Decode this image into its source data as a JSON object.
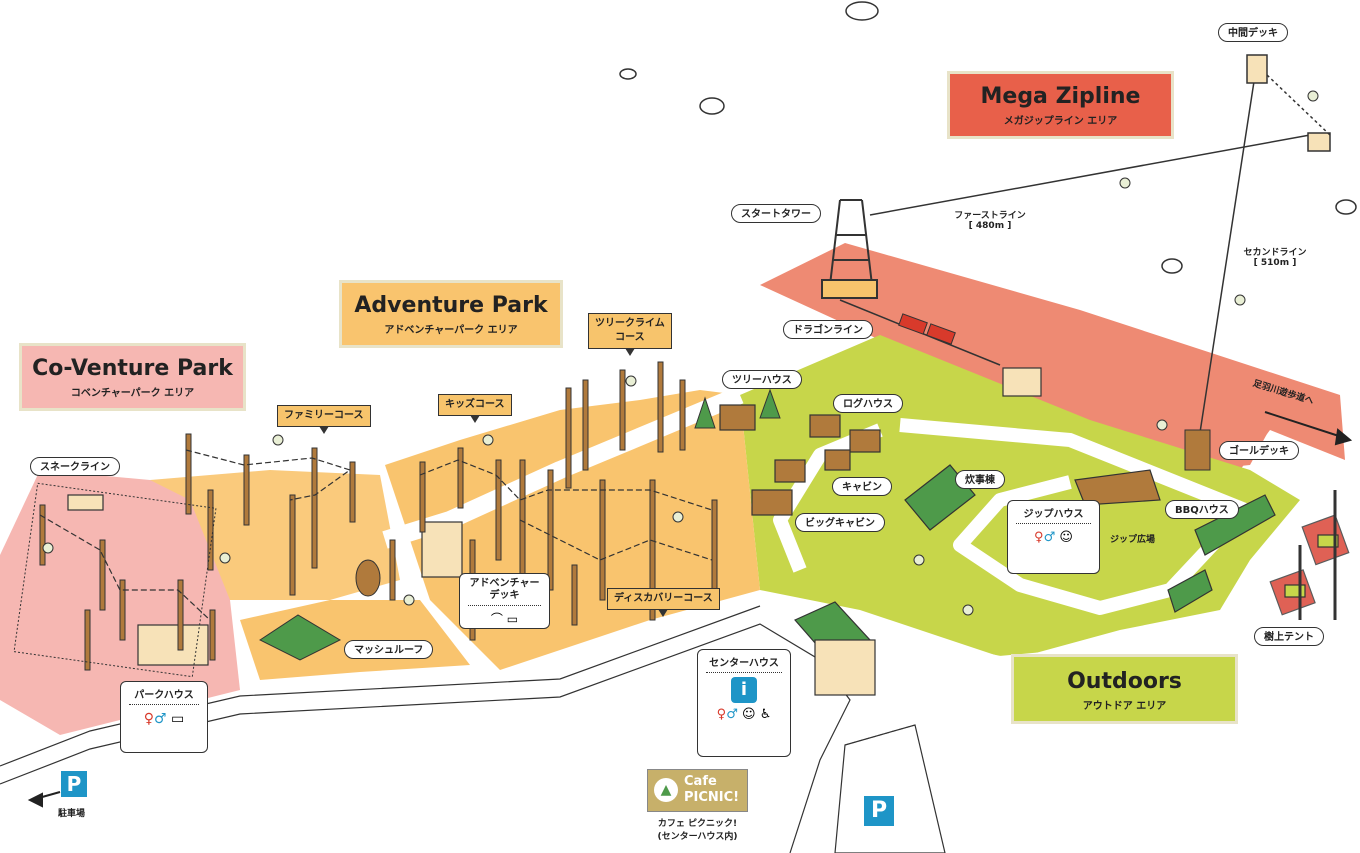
{
  "areas": {
    "coventure": {
      "en": "Co-Venture Park",
      "ja": "コベンチャーパーク エリア",
      "color": "#f6b7b2"
    },
    "adventure": {
      "en": "Adventure Park",
      "ja": "アドベンチャーパーク エリア",
      "color": "#f9c46e"
    },
    "zipline": {
      "en": "Mega Zipline",
      "ja": "メガジップライン エリア",
      "color": "#e8604a"
    },
    "outdoors": {
      "en": "Outdoors",
      "ja": "アウトドア エリア",
      "color": "#c7d64a"
    }
  },
  "labels": {
    "snake_line": "スネークライン",
    "family_course": "ファミリーコース",
    "kids_course": "キッズコース",
    "tree_climb": "ツリークライム\nコース",
    "tree_house": "ツリーハウス",
    "start_tower": "スタートタワー",
    "dragon_line": "ドラゴンライン",
    "first_line": "ファーストライン",
    "first_line_len": "[ 480m ]",
    "second_line": "セカンドライン",
    "second_line_len": "[ 510m ]",
    "middle_deck": "中間デッキ",
    "goal_deck": "ゴールデッキ",
    "ashiba_path": "足羽川遊歩道へ",
    "log_house": "ログハウス",
    "cabin": "キャビン",
    "big_cabin": "ビッグキャビン",
    "cooking": "炊事棟",
    "jip_plaza": "ジップ広場",
    "bbq_house": "BBQハウス",
    "tree_tent": "樹上テント",
    "mush_roof": "マッシュルーフ",
    "discovery": "ディスカバリーコース",
    "parking_label": "駐車場",
    "cafe_caption": "カフェ ピクニック!\n(センターハウス内)"
  },
  "cards": {
    "park_house": "パークハウス",
    "adventure_deck": "アドベンチャー\nデッキ",
    "center_house": "センターハウス",
    "jip_house": "ジップハウス"
  },
  "cafe": {
    "line1": "Cafe",
    "line2": "PICNIC!"
  },
  "parking": {
    "symbol": "P"
  },
  "colors": {
    "pink": "#f6b7b2",
    "orange": "#f9c46e",
    "salmon": "#ee8a73",
    "lime": "#c7d64a",
    "road": "#ffffff",
    "brown": "#b07a3c",
    "green": "#4e9a4a",
    "blue": "#1e95c7"
  }
}
